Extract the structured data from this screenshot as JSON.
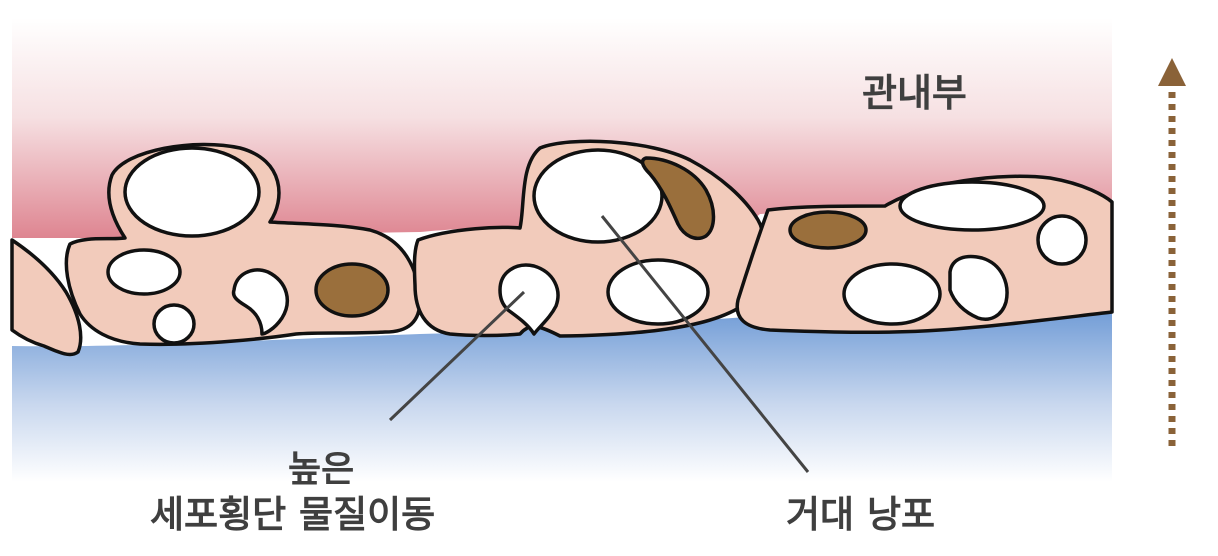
{
  "labels": {
    "lumen": "관내부",
    "high_transport_line1": "높은",
    "high_transport_line2": "세포횡단 물질이동",
    "giant_vacuole": "거대 낭포"
  },
  "colors": {
    "lumen_gradient": "#e08a96",
    "bottom_gradient": "#6f9bd6",
    "cell_fill": "#f2cbbb",
    "cell_stroke": "#111111",
    "vacuole_fill": "#ffffff",
    "organelle_fill": "#9a6f3c",
    "arrow_color": "#8a6238",
    "leader_line": "#444444"
  },
  "icons": {
    "flow_arrow": "dotted-up-arrow-icon"
  }
}
